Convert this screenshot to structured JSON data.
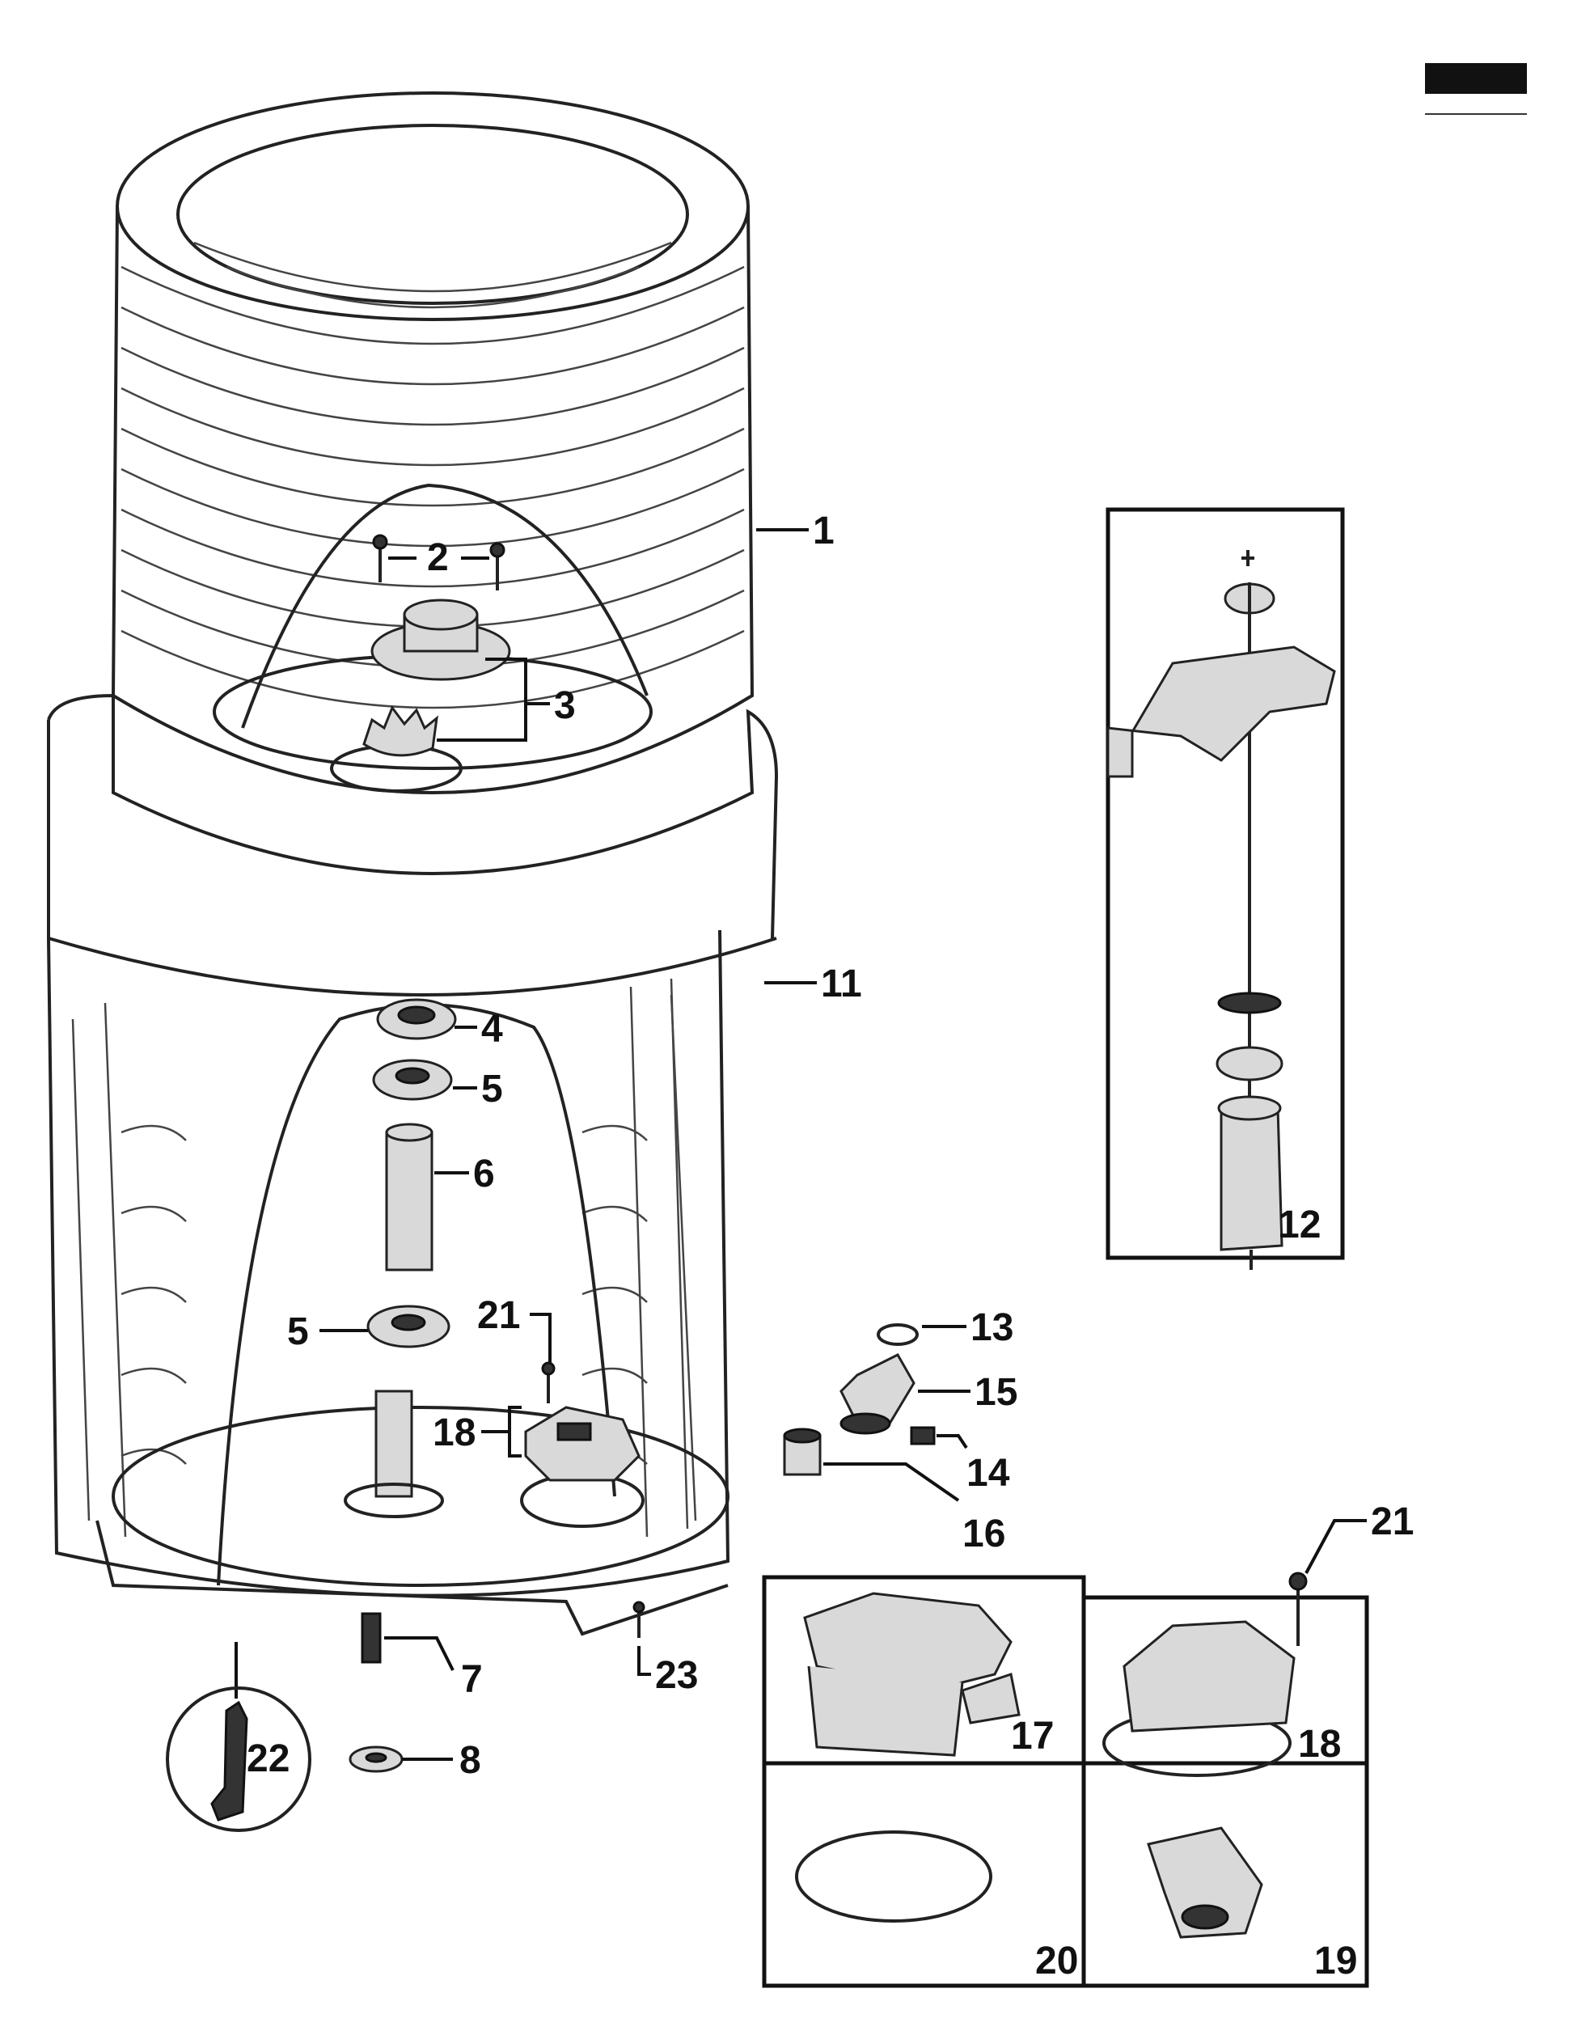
{
  "logo": {
    "badge_text": "",
    "sub_text": ""
  },
  "callouts": [
    {
      "id": "c1",
      "label": "1"
    },
    {
      "id": "c2",
      "label": "2"
    },
    {
      "id": "c3",
      "label": "3"
    },
    {
      "id": "c4",
      "label": "4"
    },
    {
      "id": "c5a",
      "label": "5"
    },
    {
      "id": "c6",
      "label": "6"
    },
    {
      "id": "c5b",
      "label": "5"
    },
    {
      "id": "c21a",
      "label": "21"
    },
    {
      "id": "c18a",
      "label": "18"
    },
    {
      "id": "c7",
      "label": "7"
    },
    {
      "id": "c8",
      "label": "8"
    },
    {
      "id": "c22",
      "label": "22"
    },
    {
      "id": "c23",
      "label": "23"
    },
    {
      "id": "c11",
      "label": "11"
    },
    {
      "id": "c12",
      "label": "12"
    },
    {
      "id": "c13",
      "label": "13"
    },
    {
      "id": "c15",
      "label": "15"
    },
    {
      "id": "c14",
      "label": "14"
    },
    {
      "id": "c16",
      "label": "16"
    },
    {
      "id": "c21b",
      "label": "21"
    },
    {
      "id": "c17",
      "label": "17"
    },
    {
      "id": "c18b",
      "label": "18"
    },
    {
      "id": "c20",
      "label": "20"
    },
    {
      "id": "c19",
      "label": "19"
    }
  ]
}
